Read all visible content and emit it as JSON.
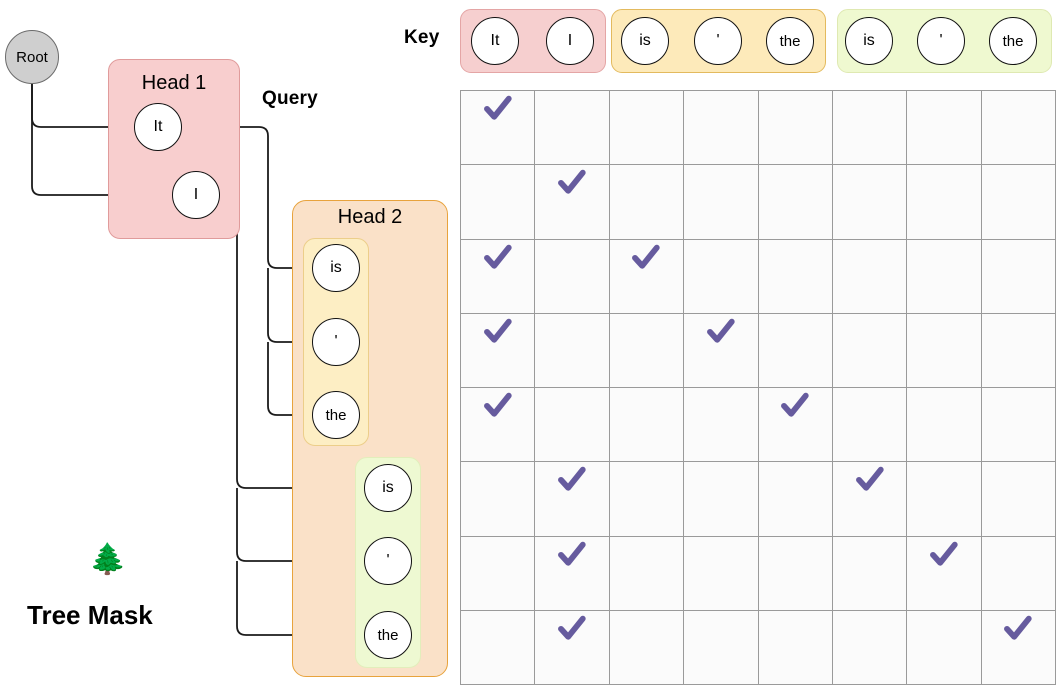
{
  "title": "Tree Mask attention diagram",
  "labels": {
    "key": "Key",
    "query": "Query",
    "tree_mask": "Tree Mask",
    "tree_emoji": "🌲",
    "root": "Root",
    "head1": "Head 1",
    "head2": "Head 2"
  },
  "colors": {
    "pink": "#f8cecc",
    "pink_border": "#e09b9b",
    "orange": "#fae1c8",
    "orange_border": "#e8a33d",
    "yellow": "#fdeec4",
    "yellow_border": "#ecce8a",
    "green": "#eef9d2",
    "green_border": "#e2eebb",
    "check": "#665b9e",
    "grid_line": "#9a9a9a",
    "cell_bg": "#fbfbfb",
    "root_fill": "#cfcfcf",
    "edge": "#1b1b1b"
  },
  "key_row": {
    "label": "Key",
    "groups": [
      {
        "color": "pink",
        "tokens": [
          "It",
          "I"
        ]
      },
      {
        "color": "yellow",
        "tokens": [
          "is",
          "'",
          "the"
        ]
      },
      {
        "color": "green",
        "tokens": [
          "is",
          "'",
          "the"
        ]
      }
    ]
  },
  "tree": {
    "root": "Root",
    "heads": [
      {
        "name": "Head 1",
        "color": "pink",
        "groups": [
          {
            "color": "pink",
            "tokens": [
              "It",
              "I"
            ]
          }
        ]
      },
      {
        "name": "Head 2",
        "color": "orange",
        "groups": [
          {
            "color": "yellow",
            "tokens": [
              "is",
              "'",
              "the"
            ]
          },
          {
            "color": "green",
            "tokens": [
              "is",
              "'",
              "the"
            ]
          }
        ]
      }
    ]
  },
  "mask_matrix": {
    "rows": 8,
    "cols": 8,
    "query_tokens": [
      "It",
      "I",
      "is",
      "'",
      "the",
      "is",
      "'",
      "the"
    ],
    "key_tokens": [
      "It",
      "I",
      "is",
      "'",
      "the",
      "is",
      "'",
      "the"
    ],
    "checked": [
      [
        1,
        0,
        0,
        0,
        0,
        0,
        0,
        0
      ],
      [
        0,
        1,
        0,
        0,
        0,
        0,
        0,
        0
      ],
      [
        1,
        0,
        1,
        0,
        0,
        0,
        0,
        0
      ],
      [
        1,
        0,
        0,
        1,
        0,
        0,
        0,
        0
      ],
      [
        1,
        0,
        0,
        0,
        1,
        0,
        0,
        0
      ],
      [
        0,
        1,
        0,
        0,
        0,
        1,
        0,
        0
      ],
      [
        0,
        1,
        0,
        0,
        0,
        0,
        1,
        0
      ],
      [
        0,
        1,
        0,
        0,
        0,
        0,
        0,
        1
      ]
    ]
  }
}
